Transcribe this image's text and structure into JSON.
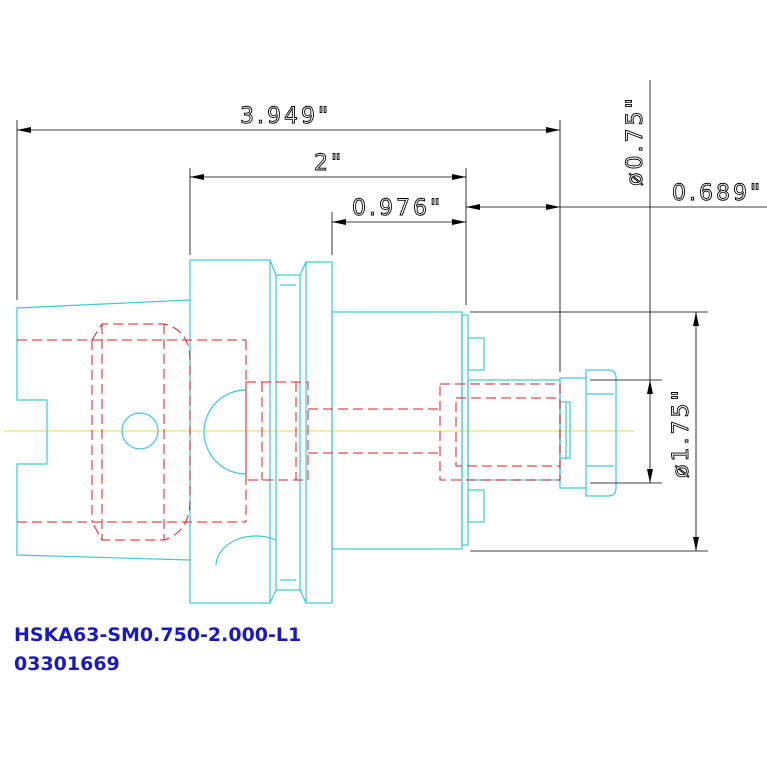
{
  "dimensions": {
    "overall_length": "3.949\"",
    "gauge_length": "2\"",
    "flange_to_face": "0.976\"",
    "projection": "0.689\"",
    "shank_diameter": "ø0.75\"",
    "body_diameter": "ø1.75\""
  },
  "part": {
    "code": "HSKA63-SM0.750-2.000-L1",
    "number": "03301669"
  },
  "colors": {
    "outline": "#3ec8dc",
    "hidden_lines": "#d42020",
    "centerline": "#e4e23c",
    "dimension": "#000000",
    "label": "#1a1ab8"
  }
}
